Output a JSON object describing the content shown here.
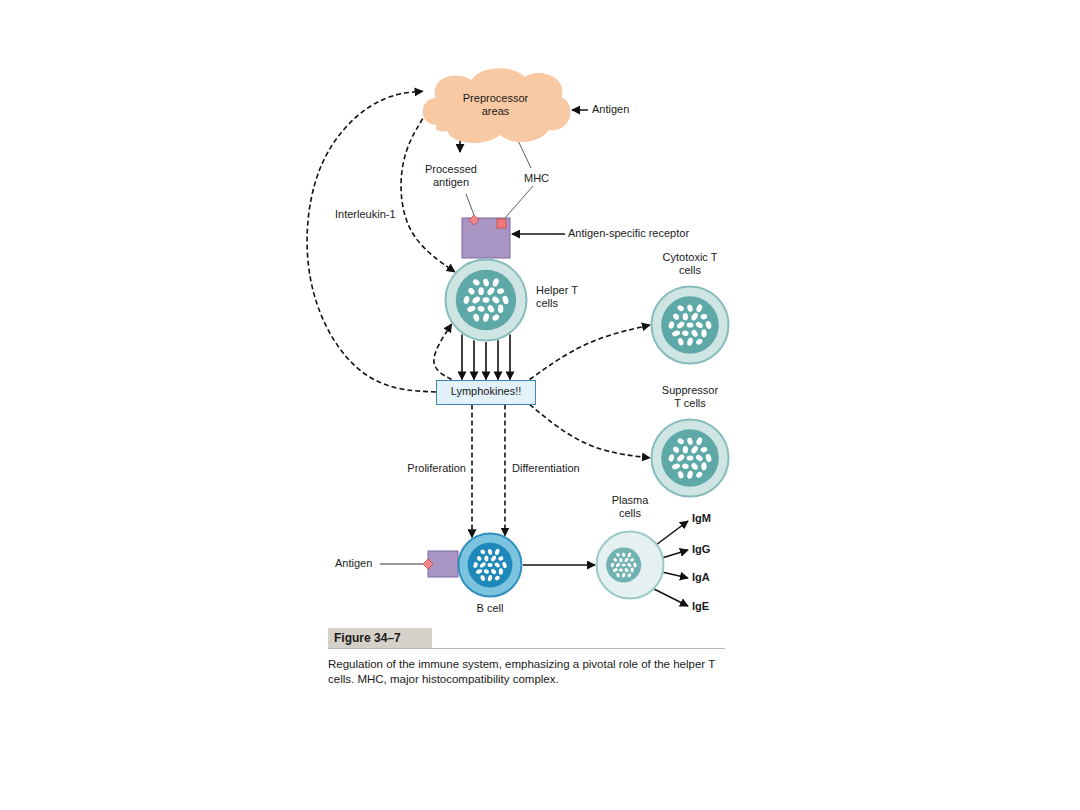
{
  "diagram": {
    "title": "Figure 34–7",
    "caption": "Regulation of the immune system, emphasizing a pivotal role of the helper T cells. MHC, major histocompatibility complex.",
    "nodes": [
      {
        "text": [
          "Preprocessor areas"
        ]
      },
      {
        "text": [
          "Helper T cells"
        ]
      },
      {
        "text": [
          "Cytotoxic T cells"
        ]
      },
      {
        "text": [
          "Lymphokines!!"
        ]
      },
      {
        "text": [
          "Suppressor T cells"
        ]
      },
      {
        "text": [
          "B cell"
        ]
      },
      {
        "text": [
          "Plasma cells"
        ]
      }
    ],
    "edges": [
      {
        "from": 0,
        "to": 1,
        "arrow": "to"
      },
      {
        "from": 1,
        "to": 3,
        "arrow": "to"
      },
      {
        "from": 3,
        "to": 1,
        "arrow": "to"
      },
      {
        "from": 3,
        "to": 0,
        "arrow": "to"
      },
      {
        "from": 3,
        "to": 2,
        "arrow": "to"
      },
      {
        "from": 3,
        "to": 4,
        "arrow": "to"
      },
      {
        "from": 3,
        "to": 5,
        "label": "Proliferation",
        "arrow": "to"
      },
      {
        "from": 3,
        "to": 5,
        "label": "Differentiation",
        "arrow": "to"
      },
      {
        "from": 5,
        "to": 6,
        "arrow": "to"
      }
    ],
    "labels": [
      "Antigen",
      "Processed antigen",
      "MHC",
      "Interleukin-1",
      "Antigen-specific receptor",
      "Antigen",
      "IgM",
      "IgG",
      "IgA",
      "IgE"
    ]
  }
}
